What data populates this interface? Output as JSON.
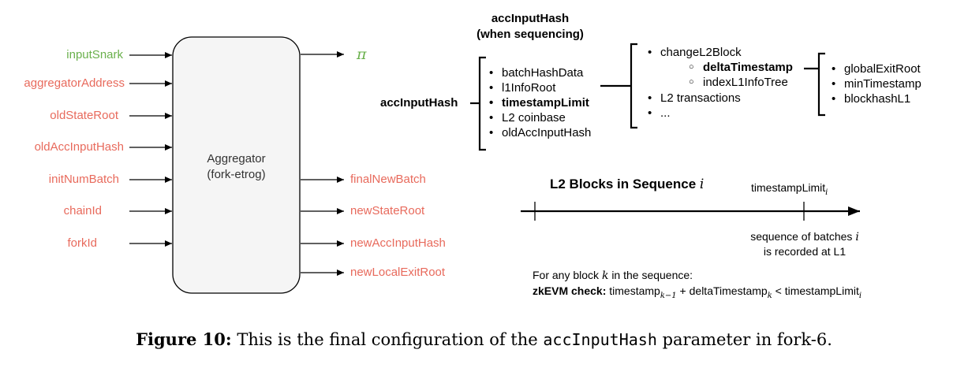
{
  "aggregator": {
    "title": "Aggregator",
    "subtitle": "(fork-etrog)",
    "inputs": [
      "inputSnark",
      "aggregatorAddress",
      "oldStateRoot",
      "oldAccInputHash",
      "initNumBatch",
      "chainId",
      "forkId"
    ],
    "proof_output": "π",
    "outputs": [
      "finalNewBatch",
      "newStateRoot",
      "newAccInputHash",
      "newLocalExitRoot"
    ]
  },
  "acc_input_hash": {
    "header_line1": "accInputHash",
    "header_line2": "(when sequencing)",
    "root_label": "accInputHash",
    "level1": [
      "batchHashData",
      "l1InfoRoot",
      "timestampLimit",
      "L2 coinbase",
      "oldAccInputHash"
    ],
    "level2": [
      "changeL2Block",
      "L2 transactions",
      "..."
    ],
    "level2_sub": [
      "deltaTimestamp",
      "indexL1InfoTree"
    ],
    "level3": [
      "globalExitRoot",
      "minTimestamp",
      "blockhashL1"
    ]
  },
  "timeline": {
    "title": "L2 Blocks in Sequence",
    "title_var": "i",
    "limit_label": "timestampLimit",
    "limit_sub": "i",
    "bottom_line1": "sequence of batches",
    "bottom_var": "i",
    "bottom_line2": "is recorded at L1"
  },
  "check": {
    "line1_prefix": "For any block",
    "line1_var": "k",
    "line1_suffix": "in the sequence:",
    "bold_label": "zkEVM check:",
    "term1": "timestamp",
    "term1_sub": "k−1",
    "plus": " + ",
    "term2": "deltaTimestamp",
    "term2_sub": "k",
    "lt": " < ",
    "term3": "timestampLimit",
    "term3_sub": "i"
  },
  "caption": {
    "label": "Figure 10:",
    "text_before": "This is the final configuration of the",
    "code": "accInputHash",
    "text_after": "parameter in fork-6."
  },
  "colors": {
    "input_red": "#e86a5c",
    "input_green": "#6ab04c",
    "box_fill": "#f5f5f5"
  }
}
